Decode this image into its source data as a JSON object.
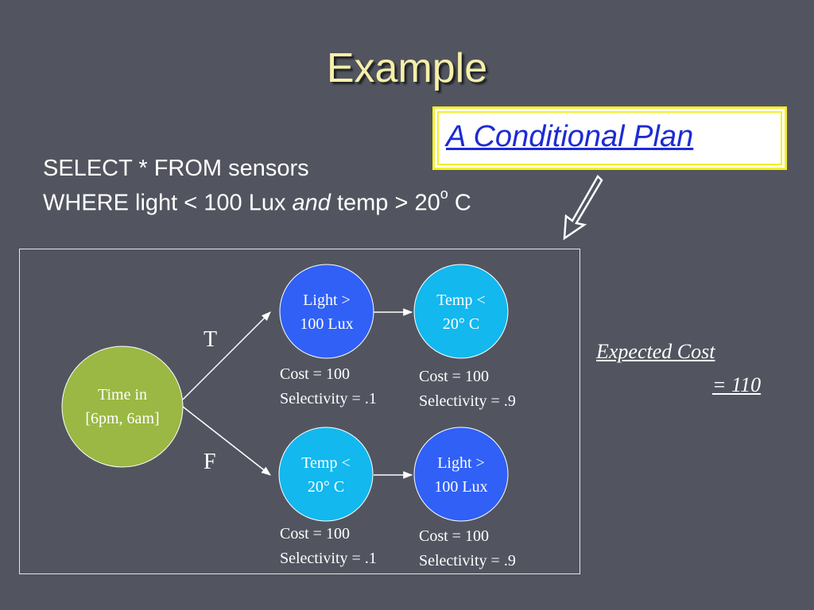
{
  "slide": {
    "title": "Example",
    "callout": "A Conditional Plan",
    "query": {
      "line1": "SELECT * FROM sensors",
      "line2_a": "WHERE light < 100 Lux ",
      "line2_and": "and",
      "line2_b": " temp > 20",
      "line2_deg": "o",
      "line2_c": " C"
    }
  },
  "diagram": {
    "root": {
      "line1": "Time in",
      "line2": "[6pm, 6am]",
      "color": "#9ab843"
    },
    "branch_true": "T",
    "branch_false": "F",
    "nodes": [
      {
        "line1": "Light >",
        "line2": "100 Lux",
        "color": "#3060f6",
        "cost": "Cost = 100",
        "selectivity": "Selectivity = .1"
      },
      {
        "line1": "Temp <",
        "line2": "20° C",
        "color": "#12b8ee",
        "cost": "Cost = 100",
        "selectivity": "Selectivity = .9"
      },
      {
        "line1": "Temp <",
        "line2": "20° C",
        "color": "#12b8ee",
        "cost": "Cost = 100",
        "selectivity": "Selectivity = .1"
      },
      {
        "line1": "Light >",
        "line2": "100 Lux",
        "color": "#3060f6",
        "cost": "Cost = 100",
        "selectivity": "Selectivity = .9"
      }
    ],
    "expected_cost": {
      "line1": "Expected Cost",
      "line2": "= 110"
    }
  }
}
